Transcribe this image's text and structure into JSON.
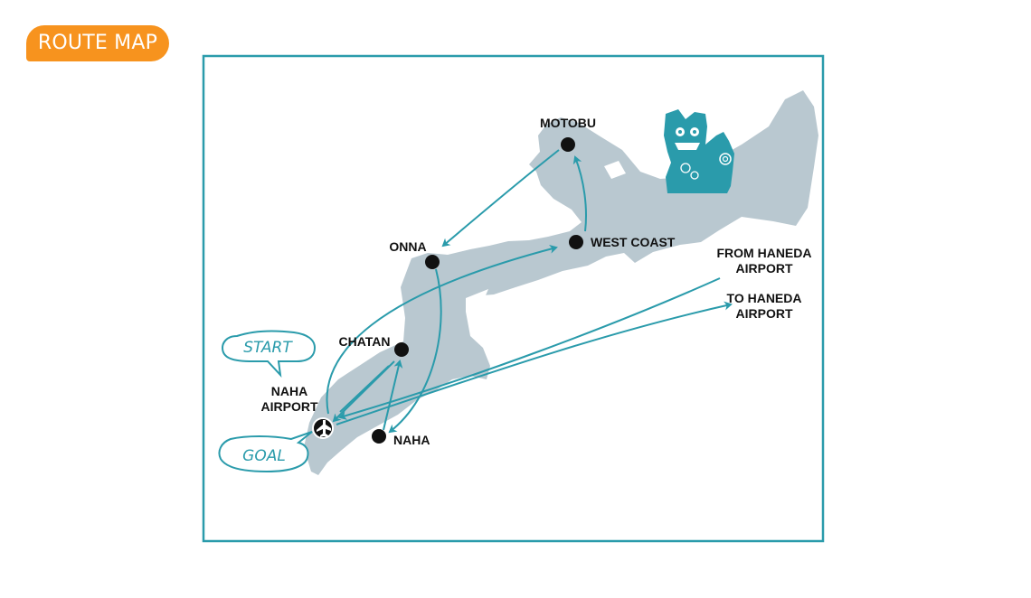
{
  "header": {
    "badge_label": "ROUTE MAP"
  },
  "colors": {
    "accent_orange": "#f7931e",
    "route_teal": "#2a9bab",
    "land_gray": "#b9c8d0",
    "pin_black": "#111111"
  },
  "places": {
    "motobu": "MOTOBU",
    "onna": "ONNA",
    "west_coast": "WEST COAST",
    "chatan": "CHATAN",
    "naha": "NAHA",
    "naha_airport_line1": "NAHA",
    "naha_airport_line2": "AIRPORT"
  },
  "external": {
    "from_haneda_line1": "FROM HANEDA",
    "from_haneda_line2": "AIRPORT",
    "to_haneda_line1": "TO HANEDA",
    "to_haneda_line2": "AIRPORT"
  },
  "callouts": {
    "start": "START",
    "goal": "GOAL"
  },
  "icons": {
    "airport": "airplane-icon",
    "mascot": "shisa-lion-icon"
  }
}
